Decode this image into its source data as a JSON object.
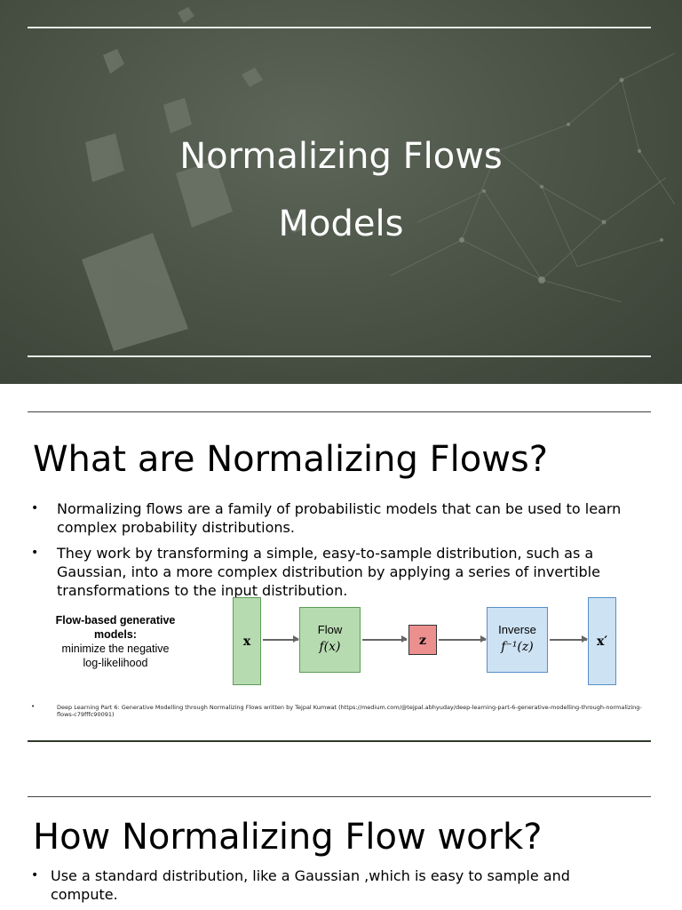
{
  "title_slide": {
    "title_line1": "Normalizing Flows",
    "title_line2": "Models"
  },
  "slide_what": {
    "heading": "What are Normalizing Flows?",
    "bullets": [
      "Normalizing flows are a family of probabilistic models that can be used to learn complex probability distributions.",
      "They work by transforming a simple, easy-to-sample distribution, such as a Gaussian, into a more complex distribution by applying a series of invertible transformations to the input distribution."
    ],
    "diagram": {
      "caption_bold": "Flow-based generative models:",
      "caption_text": "minimize the negative log-likelihood",
      "input_symbol": "x",
      "flow_label": "Flow",
      "flow_func": "f(x)",
      "latent_symbol": "z",
      "inverse_label": "Inverse",
      "inverse_func": "f⁻¹(z)",
      "output_symbol": "x′",
      "colors": {
        "green": "#b7dbb0",
        "red": "#ec8f8f",
        "blue": "#cde2f3"
      }
    },
    "reference": "Deep Learning Part 6: Generative Modelling through Normalizing Flows written by Tejpal Kumwat (https://medium.com/@tejpal.abhyuday/deep-learning-part-6-generative-modelling-through-normalizing-flows-c79fffc90091)"
  },
  "slide_how": {
    "heading": "How Normalizing Flow work?",
    "bullets": [
      "Use a standard distribution, like a Gaussian ,which is easy to sample and compute."
    ]
  },
  "bullet_glyph": "•"
}
